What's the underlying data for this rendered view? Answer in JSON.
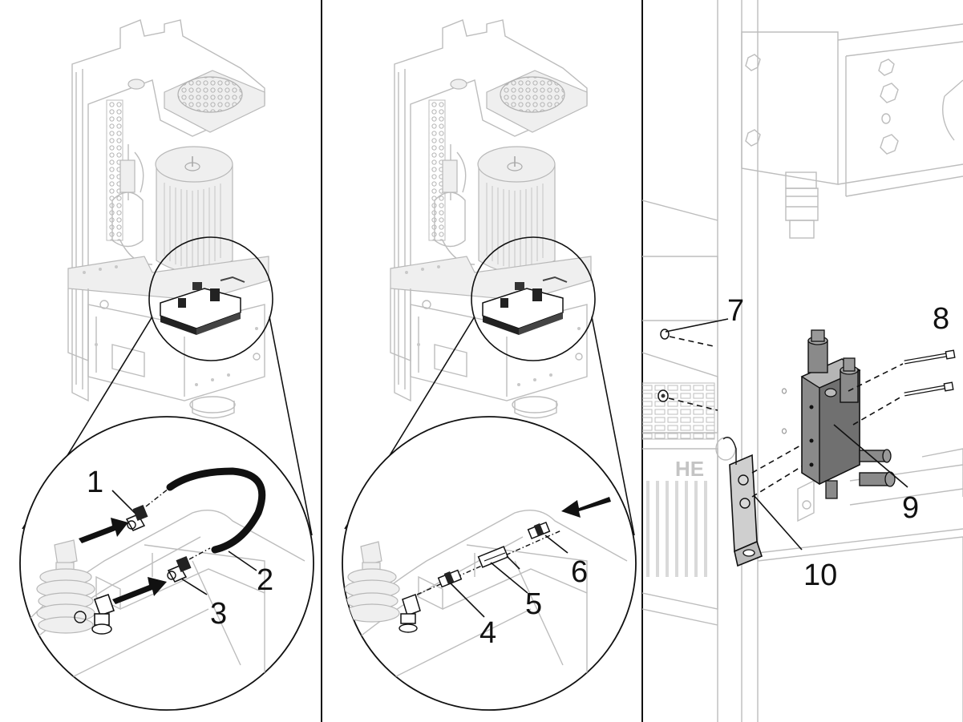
{
  "figure": {
    "panels": [
      {
        "id": "panel-1",
        "callouts": [
          "1",
          "2",
          "3"
        ]
      },
      {
        "id": "panel-2",
        "callouts": [
          "4",
          "5",
          "6"
        ]
      },
      {
        "id": "panel-3",
        "callouts": [
          "7",
          "8",
          "9",
          "10"
        ]
      }
    ],
    "callouts": {
      "c1": "1",
      "c2": "2",
      "c3": "3",
      "c4": "4",
      "c5": "5",
      "c6": "6",
      "c7": "7",
      "c8": "8",
      "c9": "9",
      "c10": "10"
    },
    "brand_fragment": "HE",
    "colors": {
      "line": "#111111",
      "ghost": "#bdbdbd",
      "highlight_part": "#8a8a8a",
      "hose": "#111111",
      "arrow": "#111111"
    }
  }
}
